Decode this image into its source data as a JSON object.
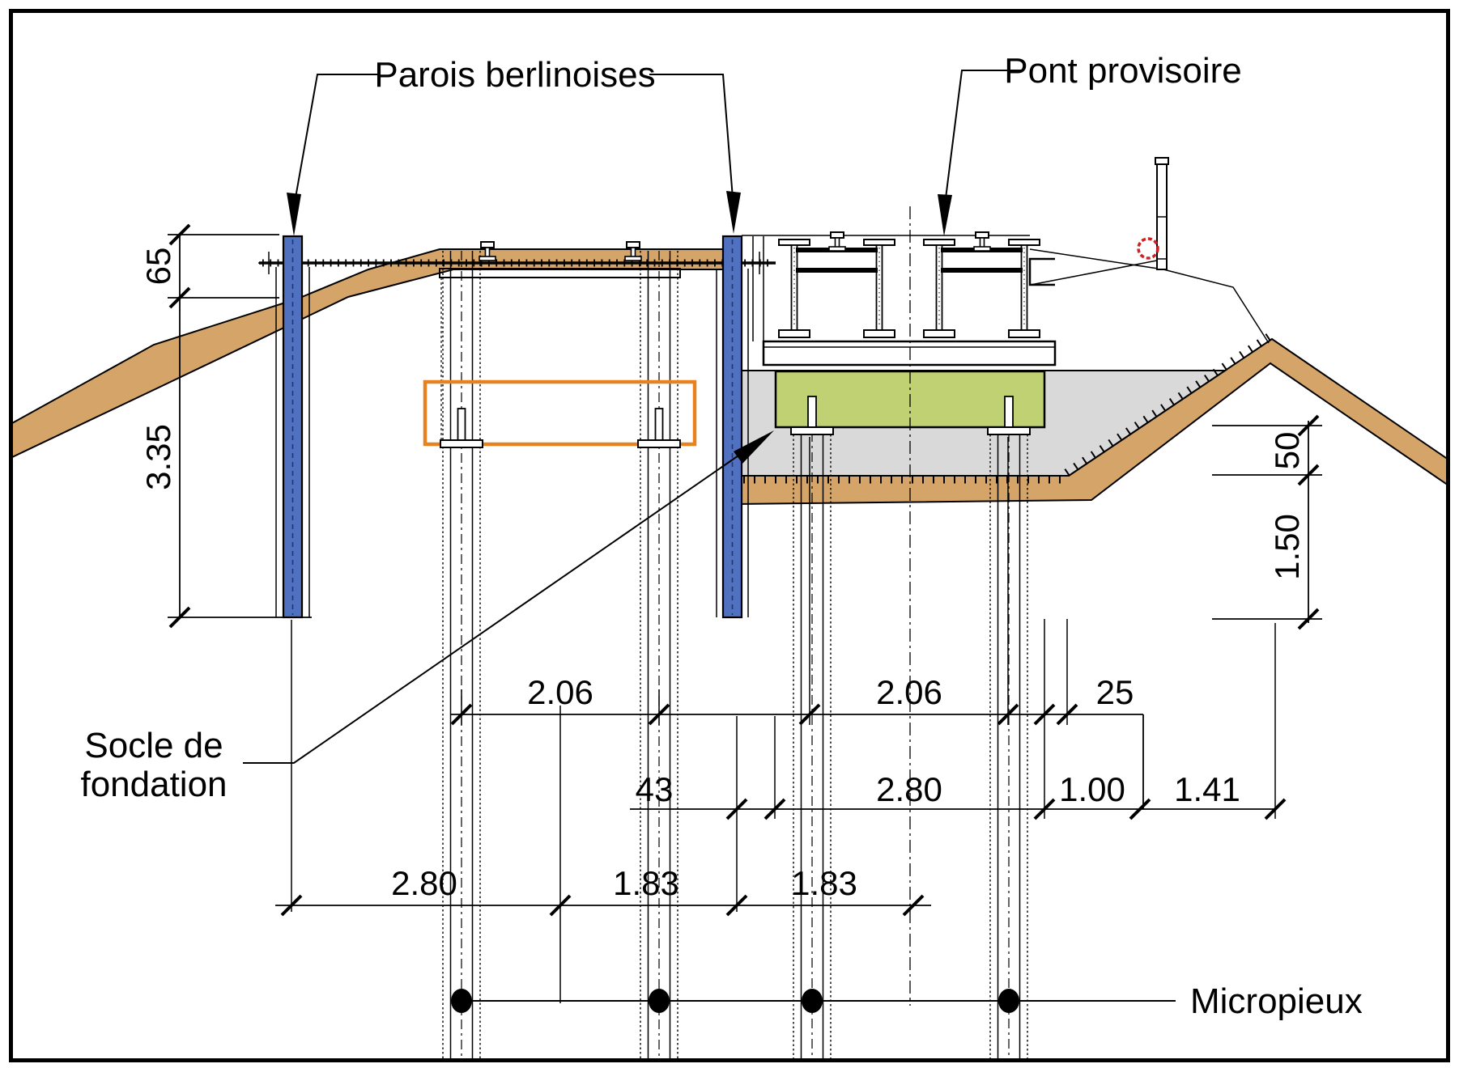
{
  "labels": {
    "parois_berlinoises": "Parois berlinoises",
    "pont_provisoire": "Pont provisoire",
    "socle_line1": "Socle de",
    "socle_line2": "fondation",
    "micropieux": "Micropieux"
  },
  "dims": {
    "d65": "65",
    "d335": "3.35",
    "d206a": "2.06",
    "d206b": "2.06",
    "d25": "25",
    "d43": "43",
    "d280b": "2.80",
    "d100": "1.00",
    "d141": "1.41",
    "d280c": "2.80",
    "d183a": "1.83",
    "d183b": "1.83",
    "d50": "50",
    "d150": "1.50"
  },
  "colors": {
    "wall_blue": "#5070C0",
    "wall_blue_dash": "#22356E",
    "socle_green": "#BFD172",
    "concrete_gray": "#D9D9D9",
    "soil_brown": "#D5A469",
    "highlight_orange": "#E8821E",
    "marker_red": "#CC2222",
    "line_black": "#000000"
  }
}
